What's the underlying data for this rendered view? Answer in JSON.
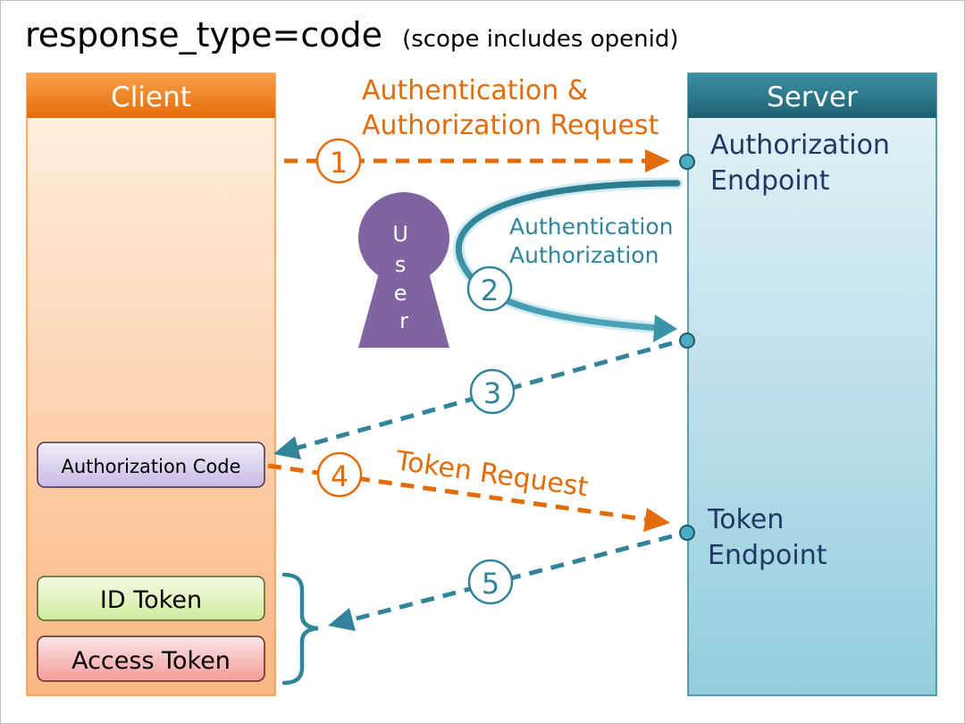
{
  "title": {
    "main": "response_type=code",
    "sub": "(scope includes openid)"
  },
  "client": {
    "label": "Client",
    "tokens": {
      "authorization_code": "Authorization Code",
      "id_token": "ID Token",
      "access_token": "Access Token"
    }
  },
  "server": {
    "label": "Server",
    "authorization_endpoint": [
      "Authorization",
      "Endpoint"
    ],
    "token_endpoint": [
      "Token",
      "Endpoint"
    ]
  },
  "user": {
    "letters": [
      "U",
      "s",
      "e",
      "r"
    ]
  },
  "steps": {
    "s1": "1",
    "s2": "2",
    "s3": "3",
    "s4": "4",
    "s5": "5"
  },
  "labels": {
    "auth_request": [
      "Authentication &",
      "Authorization Request"
    ],
    "authn_authz": [
      "Authentication",
      "Authorization"
    ],
    "token_request": "Token Request"
  },
  "colors": {
    "orange": "#e36c0a",
    "teal": "#31849b",
    "navy": "#1f3864",
    "user_purple": "#8064a2"
  }
}
